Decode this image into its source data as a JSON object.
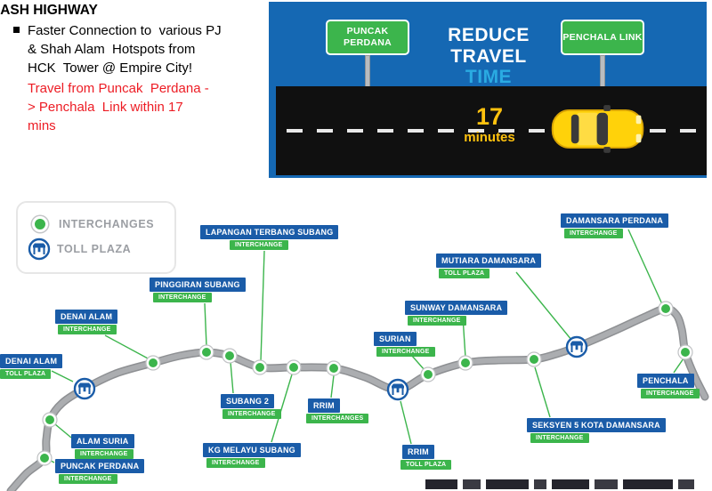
{
  "intro": {
    "title": "DASH HIGHWAY",
    "bullet_text": "Faster Connection to  various PJ\n& Shah Alam  Hotspots from\nHCK  Tower @ Empire City!",
    "highlight_text": "Travel from Puncak  Perdana -\n> Penchala  Link within 17\nmins"
  },
  "banner": {
    "sign_left": "PUNCAK PERDANA",
    "sign_right": "PENCHALA LINK",
    "headline_line1": "REDUCE",
    "headline_line2": "TRAVEL",
    "headline_line3": "TIME",
    "time_value": "17",
    "time_unit": "minutes",
    "colors": {
      "panel_blue": "#1568b3",
      "sign_green": "#3cb54c",
      "time_yellow": "#ffc20e",
      "headline_accent": "#2aabe2",
      "car_yellow": "#ffd20a"
    }
  },
  "legend": {
    "interchange_label": "INTERCHANGES",
    "toll_label": "TOLL PLAZA"
  },
  "map": {
    "road_color": "#abadb0",
    "label_blue": "#1a5ca8",
    "tag_green": "#3cb54c",
    "road_points": [
      [
        12,
        342
      ],
      [
        30,
        322
      ],
      [
        50,
        305
      ],
      [
        52,
        284
      ],
      [
        56,
        262
      ],
      [
        70,
        243
      ],
      [
        95,
        227
      ],
      [
        130,
        210
      ],
      [
        172,
        198
      ],
      [
        202,
        190
      ],
      [
        232,
        186
      ],
      [
        258,
        190
      ],
      [
        292,
        203
      ],
      [
        330,
        203
      ],
      [
        375,
        204
      ],
      [
        410,
        214
      ],
      [
        447,
        228
      ],
      [
        481,
        211
      ],
      [
        523,
        198
      ],
      [
        560,
        195
      ],
      [
        600,
        194
      ],
      [
        625,
        188
      ],
      [
        648,
        180
      ],
      [
        690,
        162
      ],
      [
        725,
        146
      ],
      [
        748,
        137
      ],
      [
        760,
        144
      ],
      [
        766,
        160
      ],
      [
        770,
        186
      ],
      [
        780,
        212
      ],
      [
        792,
        236
      ]
    ],
    "stations": [
      {
        "id": "denai-alam-toll",
        "name": "DENAI ALAM",
        "tag": "TOLL PLAZA",
        "type": "toll",
        "label": [
          0,
          188
        ],
        "tag_pos": [
          0,
          205
        ],
        "node": [
          95,
          227
        ],
        "conn": [
          58,
          207,
          82,
          219
        ]
      },
      {
        "id": "puncak-perdana",
        "name": "PUNCAK PERDANA",
        "tag": "INTERCHANGE",
        "type": "interchange",
        "label": [
          62,
          306
        ],
        "tag_pos": [
          66,
          323
        ],
        "node": [
          50,
          305
        ],
        "conn": [
          61,
          310,
          55,
          307
        ]
      },
      {
        "id": "alam-suria",
        "name": "ALAM SURIA",
        "tag": "INTERCHANGE",
        "type": "interchange",
        "label": [
          80,
          278
        ],
        "tag_pos": [
          84,
          295
        ],
        "node": [
          56,
          262
        ],
        "conn": [
          80,
          282,
          62,
          267
        ]
      },
      {
        "id": "denai-alam",
        "name": "DENAI ALAM",
        "tag": "INTERCHANGE",
        "type": "interchange",
        "label": [
          62,
          138
        ],
        "tag_pos": [
          65,
          155
        ],
        "node": [
          172,
          198
        ],
        "conn": [
          118,
          167,
          168,
          194
        ]
      },
      {
        "id": "pinggiran-subang",
        "name": "PINGGIRAN SUBANG",
        "tag": "INTERCHANGE",
        "type": "interchange",
        "label": [
          168,
          102
        ],
        "tag_pos": [
          172,
          119
        ],
        "node": [
          232,
          186
        ],
        "conn": [
          230,
          131,
          232,
          179
        ]
      },
      {
        "id": "lapangan-terbang-subang",
        "name": "LAPANGAN TERBANG SUBANG",
        "tag": "INTERCHANGE",
        "type": "interchange",
        "label": [
          225,
          43
        ],
        "tag_pos": [
          258,
          60
        ],
        "node": [
          292,
          203
        ],
        "conn": [
          297,
          72,
          293,
          196
        ]
      },
      {
        "id": "subang-2",
        "name": "SUBANG 2",
        "tag": "INTERCHANGE",
        "type": "interchange",
        "label": [
          248,
          233
        ],
        "tag_pos": [
          250,
          250
        ],
        "node": [
          258,
          190
        ],
        "conn": [
          262,
          232,
          259,
          197
        ]
      },
      {
        "id": "kg-melayu-subang",
        "name": "KG MELAYU SUBANG",
        "tag": "INTERCHANGE",
        "type": "interchange",
        "label": [
          228,
          288
        ],
        "tag_pos": [
          232,
          305
        ],
        "node": [
          330,
          203
        ],
        "conn": [
          305,
          287,
          328,
          211
        ]
      },
      {
        "id": "rrim-interchange",
        "name": "RRIM",
        "tag": "INTERCHANGES",
        "type": "interchange",
        "label": [
          346,
          238
        ],
        "tag_pos": [
          344,
          255
        ],
        "node": [
          375,
          204
        ],
        "conn": [
          372,
          237,
          375,
          212
        ]
      },
      {
        "id": "rrim-toll",
        "name": "RRIM",
        "tag": "TOLL PLAZA",
        "type": "toll",
        "label": [
          452,
          290
        ],
        "tag_pos": [
          450,
          307
        ],
        "node": [
          447,
          228
        ],
        "conn": [
          462,
          289,
          450,
          241
        ]
      },
      {
        "id": "surian",
        "name": "SURIAN",
        "tag": "INTERCHANGE",
        "type": "interchange",
        "label": [
          420,
          163
        ],
        "tag_pos": [
          423,
          180
        ],
        "node": [
          481,
          211
        ],
        "conn": [
          455,
          181,
          477,
          206
        ]
      },
      {
        "id": "sunway-damansara",
        "name": "SUNWAY DAMANSARA",
        "tag": "INTERCHANGE",
        "type": "interchange",
        "label": [
          455,
          128
        ],
        "tag_pos": [
          458,
          145
        ],
        "node": [
          523,
          198
        ],
        "conn": [
          520,
          146,
          523,
          192
        ]
      },
      {
        "id": "mutiara-damansara",
        "name": "MUTIARA DAMANSARA",
        "tag": "TOLL PLAZA",
        "type": "toll",
        "label": [
          490,
          75
        ],
        "tag_pos": [
          493,
          92
        ],
        "node": [
          648,
          180
        ],
        "conn": [
          580,
          96,
          642,
          172
        ]
      },
      {
        "id": "seksyen-5-kota-damansara",
        "name": "SEKSYEN 5 KOTA DAMANSARA",
        "tag": "INTERCHANGE",
        "type": "interchange",
        "label": [
          592,
          260
        ],
        "tag_pos": [
          596,
          277
        ],
        "node": [
          600,
          194
        ],
        "conn": [
          618,
          259,
          601,
          203
        ]
      },
      {
        "id": "damansara-perdana",
        "name": "DAMANSARA PERDANA",
        "tag": "INTERCHANGE",
        "type": "interchange",
        "label": [
          630,
          30
        ],
        "tag_pos": [
          634,
          47
        ],
        "node": [
          748,
          137
        ],
        "conn": [
          706,
          48,
          744,
          132
        ]
      },
      {
        "id": "penchala",
        "name": "PENCHALA",
        "tag": "INTERCHANGE",
        "type": "interchange",
        "label": [
          716,
          210
        ],
        "tag_pos": [
          720,
          227
        ],
        "node": [
          770,
          186
        ],
        "conn": [
          757,
          209,
          768,
          193
        ]
      }
    ]
  }
}
